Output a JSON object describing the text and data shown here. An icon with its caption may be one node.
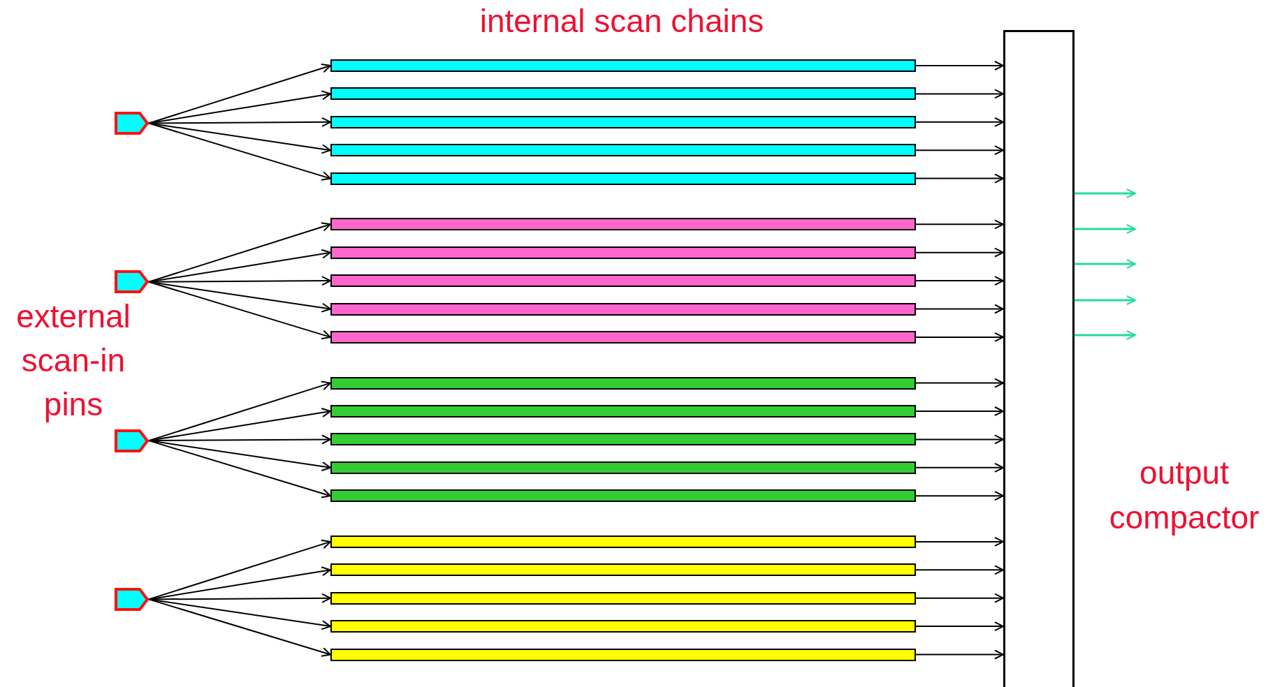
{
  "diagram": {
    "nodes": [
      {
        "text": [],
        "shape": "pentagon"
      },
      {
        "text": [],
        "shape": "pentagon"
      },
      {
        "text": [],
        "shape": "pentagon"
      },
      {
        "text": [],
        "shape": "pentagon"
      },
      {
        "text": [],
        "shape": "bar"
      },
      {
        "text": [],
        "shape": "bar"
      },
      {
        "text": [],
        "shape": "bar"
      },
      {
        "text": [],
        "shape": "bar"
      },
      {
        "text": [],
        "shape": "bar"
      },
      {
        "text": [],
        "shape": "bar"
      },
      {
        "text": [],
        "shape": "bar"
      },
      {
        "text": [],
        "shape": "bar"
      },
      {
        "text": [],
        "shape": "bar"
      },
      {
        "text": [],
        "shape": "bar"
      },
      {
        "text": [],
        "shape": "bar"
      },
      {
        "text": [],
        "shape": "bar"
      },
      {
        "text": [],
        "shape": "bar"
      },
      {
        "text": [],
        "shape": "bar"
      },
      {
        "text": [],
        "shape": "bar"
      },
      {
        "text": [],
        "shape": "bar"
      },
      {
        "text": [],
        "shape": "bar"
      },
      {
        "text": [],
        "shape": "bar"
      },
      {
        "text": [],
        "shape": "bar"
      },
      {
        "text": [],
        "shape": "bar"
      },
      {
        "text": [],
        "shape": "box"
      }
    ],
    "edges": [
      {
        "from": 0,
        "to": 4,
        "arrow": "to"
      },
      {
        "from": 0,
        "to": 5,
        "arrow": "to"
      },
      {
        "from": 0,
        "to": 6,
        "arrow": "to"
      },
      {
        "from": 0,
        "to": 7,
        "arrow": "to"
      },
      {
        "from": 0,
        "to": 8,
        "arrow": "to"
      },
      {
        "from": 1,
        "to": 9,
        "arrow": "to"
      },
      {
        "from": 1,
        "to": 10,
        "arrow": "to"
      },
      {
        "from": 1,
        "to": 11,
        "arrow": "to"
      },
      {
        "from": 1,
        "to": 12,
        "arrow": "to"
      },
      {
        "from": 1,
        "to": 13,
        "arrow": "to"
      },
      {
        "from": 2,
        "to": 14,
        "arrow": "to"
      },
      {
        "from": 2,
        "to": 15,
        "arrow": "to"
      },
      {
        "from": 2,
        "to": 16,
        "arrow": "to"
      },
      {
        "from": 2,
        "to": 17,
        "arrow": "to"
      },
      {
        "from": 2,
        "to": 18,
        "arrow": "to"
      },
      {
        "from": 3,
        "to": 19,
        "arrow": "to"
      },
      {
        "from": 3,
        "to": 20,
        "arrow": "to"
      },
      {
        "from": 3,
        "to": 21,
        "arrow": "to"
      },
      {
        "from": 3,
        "to": 22,
        "arrow": "to"
      },
      {
        "from": 3,
        "to": 23,
        "arrow": "to"
      },
      {
        "from": 4,
        "to": 24,
        "arrow": "to"
      },
      {
        "from": 5,
        "to": 24,
        "arrow": "to"
      },
      {
        "from": 6,
        "to": 24,
        "arrow": "to"
      },
      {
        "from": 7,
        "to": 24,
        "arrow": "to"
      },
      {
        "from": 8,
        "to": 24,
        "arrow": "to"
      },
      {
        "from": 9,
        "to": 24,
        "arrow": "to"
      },
      {
        "from": 10,
        "to": 24,
        "arrow": "to"
      },
      {
        "from": 11,
        "to": 24,
        "arrow": "to"
      },
      {
        "from": 12,
        "to": 24,
        "arrow": "to"
      },
      {
        "from": 13,
        "to": 24,
        "arrow": "to"
      },
      {
        "from": 14,
        "to": 24,
        "arrow": "to"
      },
      {
        "from": 15,
        "to": 24,
        "arrow": "to"
      },
      {
        "from": 16,
        "to": 24,
        "arrow": "to"
      },
      {
        "from": 17,
        "to": 24,
        "arrow": "to"
      },
      {
        "from": 18,
        "to": 24,
        "arrow": "to"
      },
      {
        "from": 19,
        "to": 24,
        "arrow": "to"
      },
      {
        "from": 20,
        "to": 24,
        "arrow": "to"
      },
      {
        "from": 21,
        "to": 24,
        "arrow": "to"
      },
      {
        "from": 22,
        "to": 24,
        "arrow": "to"
      },
      {
        "from": 23,
        "to": 24,
        "arrow": "to"
      },
      {
        "from": 24,
        "to": null,
        "arrow": "to",
        "color": "#22dd99"
      },
      {
        "from": 24,
        "to": null,
        "arrow": "to",
        "color": "#22dd99"
      },
      {
        "from": 24,
        "to": null,
        "arrow": "to",
        "color": "#22dd99"
      },
      {
        "from": 24,
        "to": null,
        "arrow": "to",
        "color": "#22dd99"
      },
      {
        "from": 24,
        "to": null,
        "arrow": "to",
        "color": "#22dd99"
      }
    ],
    "labels": [
      "internal scan chains",
      "external scan-in pins",
      "output compactor"
    ]
  }
}
